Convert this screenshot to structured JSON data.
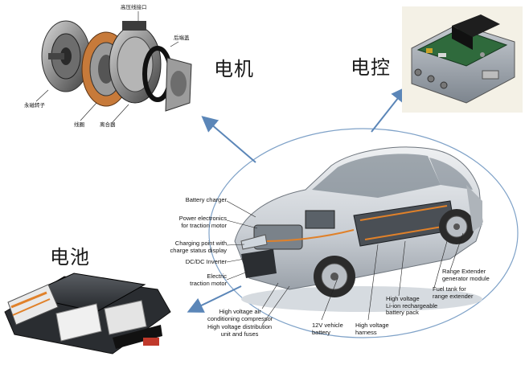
{
  "labels": {
    "motor": "电机",
    "controller": "电控",
    "battery": "电池"
  },
  "motor_parts": {
    "hv_connector": "高压线接口",
    "rear_cover": "后端盖",
    "pm_rotor": "永磁转子",
    "stator_coil": "线圈",
    "clutch": "离合器"
  },
  "car_callouts": {
    "battery_charger": "Battery charger",
    "power_electronics": "Power electronics\nfor traction motor",
    "charging_point": "Charging point with\ncharge status display",
    "dcdc": "DC/DC Inverter",
    "electric_motor": "Electric\ntraction motor",
    "hv_compressor": "High voltage air\nconditioning compressor",
    "hv_distribution": "High voltage distribution\nunit and fuses",
    "battery_12v": "12V vehicle\nbattery",
    "hv_harness": "High voltage\nharness",
    "hv_battery_pack": "High voltage\nLi-ion rechargeable\nbattery pack",
    "fuel_tank": "Fuel tank for\nrange extender",
    "range_extender": "Range Extender\ngenerator module"
  },
  "colors": {
    "arrow": "#5b86b8",
    "ellipse": "#7fa2c8",
    "battery_orange": "#e0812a"
  }
}
